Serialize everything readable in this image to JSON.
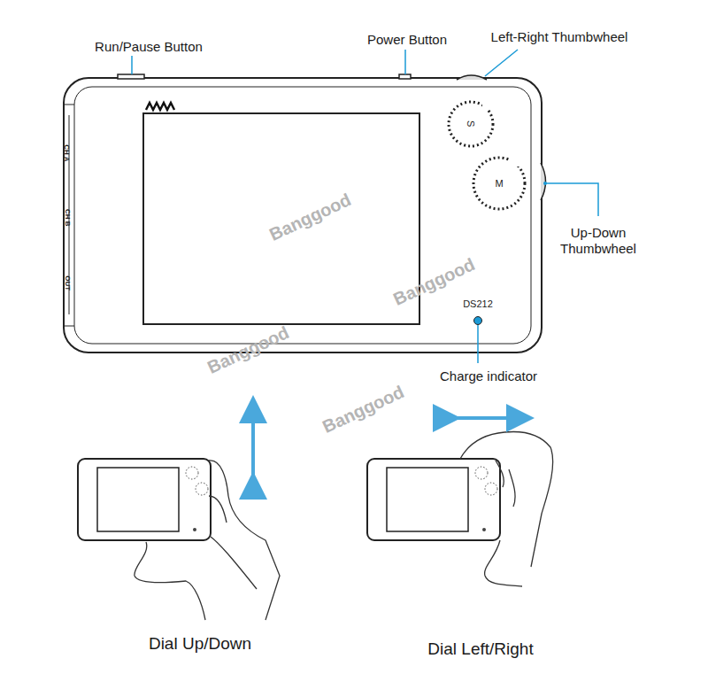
{
  "diagram": {
    "labels": [
      "Run/Pause Button",
      "Power Button",
      "Left-Right Thumbwheel",
      "Up-Down Thumbwheel",
      "CH A",
      "CH B",
      "OUT",
      "S",
      "M",
      "DS212",
      "Charge indicator",
      "Dial Up/Down",
      "Dial Left/Right",
      "Banggood",
      "Banggood",
      "Banggood",
      "Banggood"
    ]
  }
}
